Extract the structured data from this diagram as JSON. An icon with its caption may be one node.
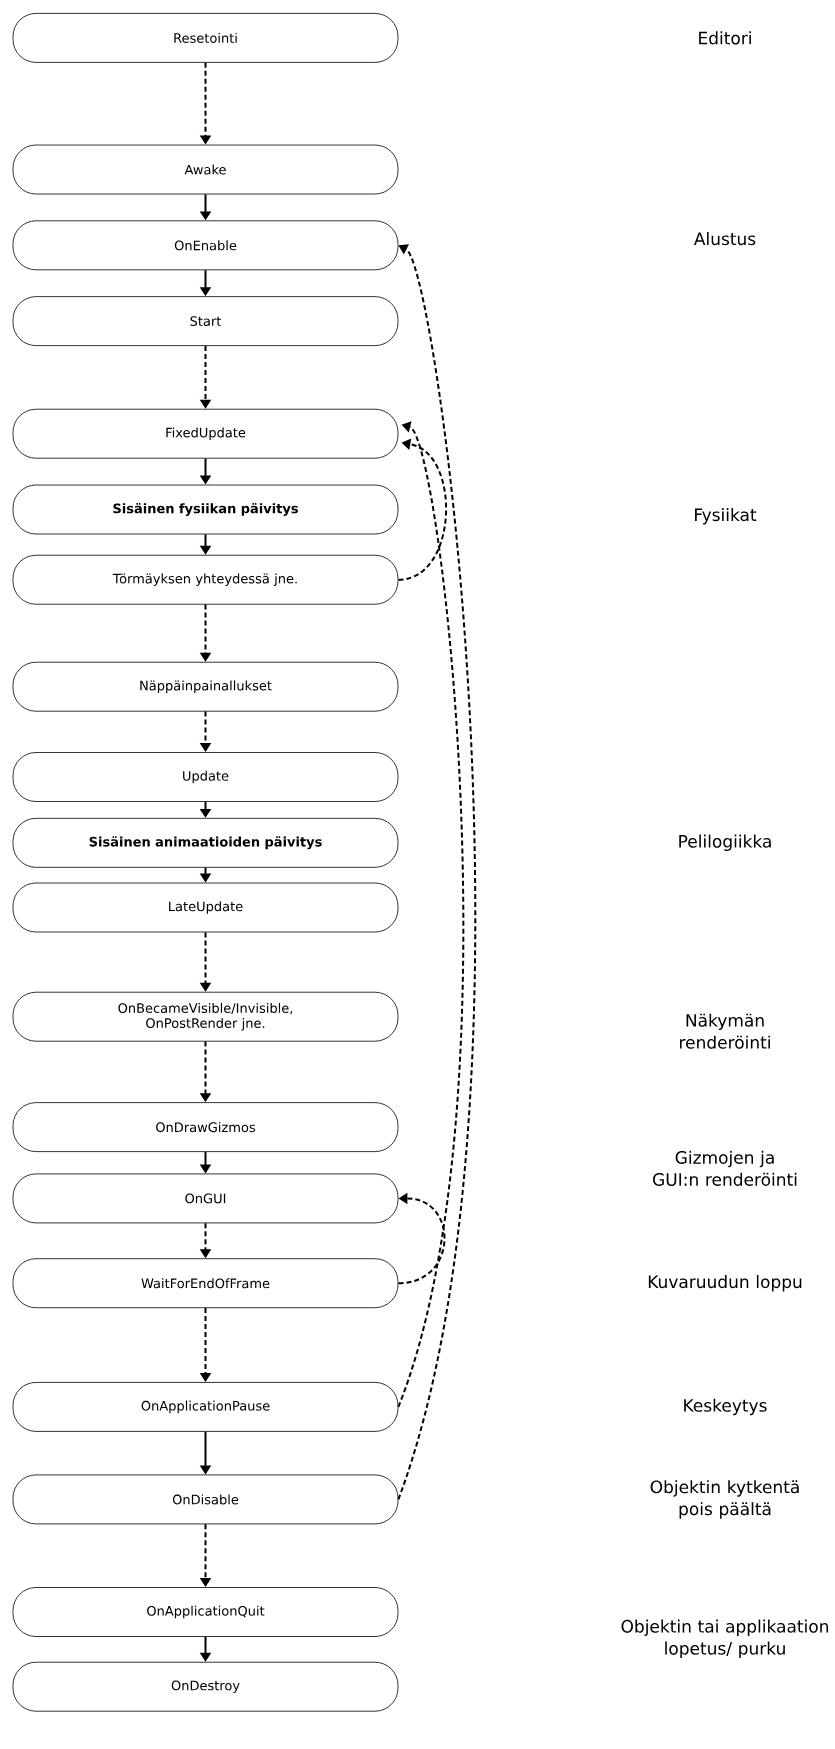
{
  "diagram": {
    "nodes": [
      {
        "text": [
          "Resetointi"
        ]
      },
      {
        "text": [
          "Awake"
        ]
      },
      {
        "text": [
          "OnEnable"
        ]
      },
      {
        "text": [
          "Start"
        ]
      },
      {
        "text": [
          "FixedUpdate"
        ]
      },
      {
        "text": [
          "Sisäinen fysiikan päivitys"
        ]
      },
      {
        "text": [
          "Törmäyksen yhteydessä jne."
        ]
      },
      {
        "text": [
          "Näppäinpainallukset"
        ]
      },
      {
        "text": [
          "Update"
        ]
      },
      {
        "text": [
          "Sisäinen animaatioiden päivitys"
        ]
      },
      {
        "text": [
          "LateUpdate"
        ]
      },
      {
        "text": [
          "OnBecameVisible/Invisible, OnPostRender jne."
        ]
      },
      {
        "text": [
          "OnDrawGizmos"
        ]
      },
      {
        "text": [
          "OnGUI"
        ]
      },
      {
        "text": [
          "WaitForEndOfFrame"
        ]
      },
      {
        "text": [
          "OnApplicationPause"
        ]
      },
      {
        "text": [
          "OnDisable"
        ]
      },
      {
        "text": [
          "OnApplicationQuit"
        ]
      },
      {
        "text": [
          "OnDestroy"
        ]
      }
    ],
    "edges": [
      {
        "from": 0,
        "to": 1,
        "arrow": "to",
        "style": "dashed"
      },
      {
        "from": 1,
        "to": 2,
        "arrow": "to"
      },
      {
        "from": 2,
        "to": 3,
        "arrow": "to"
      },
      {
        "from": 3,
        "to": 4,
        "arrow": "to",
        "style": "dashed"
      },
      {
        "from": 4,
        "to": 5,
        "arrow": "to"
      },
      {
        "from": 5,
        "to": 6,
        "arrow": "to"
      },
      {
        "from": 6,
        "to": 7,
        "arrow": "to",
        "style": "dashed"
      },
      {
        "from": 7,
        "to": 8,
        "arrow": "to",
        "style": "dashed"
      },
      {
        "from": 8,
        "to": 9,
        "arrow": "to"
      },
      {
        "from": 9,
        "to": 10,
        "arrow": "to"
      },
      {
        "from": 10,
        "to": 11,
        "arrow": "to",
        "style": "dashed"
      },
      {
        "from": 11,
        "to": 12,
        "arrow": "to",
        "style": "dashed"
      },
      {
        "from": 12,
        "to": 13,
        "arrow": "to"
      },
      {
        "from": 13,
        "to": 14,
        "arrow": "to",
        "style": "dashed"
      },
      {
        "from": 14,
        "to": 15,
        "arrow": "to",
        "style": "dashed"
      },
      {
        "from": 15,
        "to": 16,
        "arrow": "to"
      },
      {
        "from": 16,
        "to": 17,
        "arrow": "to",
        "style": "dashed"
      },
      {
        "from": 17,
        "to": 18,
        "arrow": "to"
      },
      {
        "from": 6,
        "to": 4,
        "arrow": "to",
        "style": "dashed"
      },
      {
        "from": 14,
        "to": 13,
        "arrow": "to",
        "style": "dashed"
      },
      {
        "from": 15,
        "to": 4,
        "arrow": "to",
        "style": "dashed"
      },
      {
        "from": 16,
        "to": 2,
        "arrow": "to",
        "style": "dashed"
      }
    ],
    "labels": [
      "Editori",
      "Alustus",
      "Fysiikat",
      "Pelilogiikka",
      "Näkymän renderöinti",
      "Gizmojen ja GUI:n renderöinti",
      "Kuvaruudun loppu",
      "Keskeytys",
      "Objektin kytkentä pois päältä",
      "Objektin tai applikaation lopetus/ purku"
    ]
  }
}
